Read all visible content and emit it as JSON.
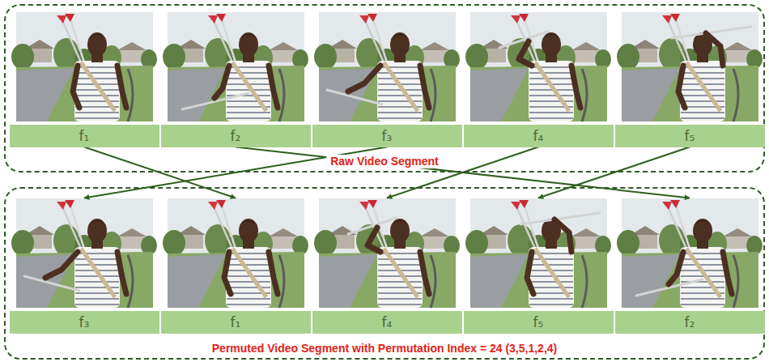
{
  "diagram": {
    "nodes": [
      {
        "text": [
          "Raw Video Segment"
        ]
      },
      {
        "text": [
          "f₁"
        ],
        "in": 0
      },
      {
        "text": [
          "f₂"
        ],
        "in": 0
      },
      {
        "text": [
          "f₃"
        ],
        "in": 0
      },
      {
        "text": [
          "f₄"
        ],
        "in": 0
      },
      {
        "text": [
          "f₅"
        ],
        "in": 0
      },
      {
        "text": [
          "Permuted Video Segment with Permutation Index = 24 (3,5,1,2,4)"
        ]
      },
      {
        "text": [
          "f₃"
        ],
        "in": 6
      },
      {
        "text": [
          "f₁"
        ],
        "in": 6
      },
      {
        "text": [
          "f₄"
        ],
        "in": 6
      },
      {
        "text": [
          "f₅"
        ],
        "in": 6
      },
      {
        "text": [
          "f₂"
        ],
        "in": 6
      }
    ],
    "edges": [
      {
        "from": 1,
        "to": 8,
        "arrow": "to"
      },
      {
        "from": 2,
        "to": 11,
        "arrow": "to"
      },
      {
        "from": 3,
        "to": 7,
        "arrow": "to"
      },
      {
        "from": 4,
        "to": 9,
        "arrow": "to"
      },
      {
        "from": 5,
        "to": 10,
        "arrow": "to"
      }
    ]
  }
}
